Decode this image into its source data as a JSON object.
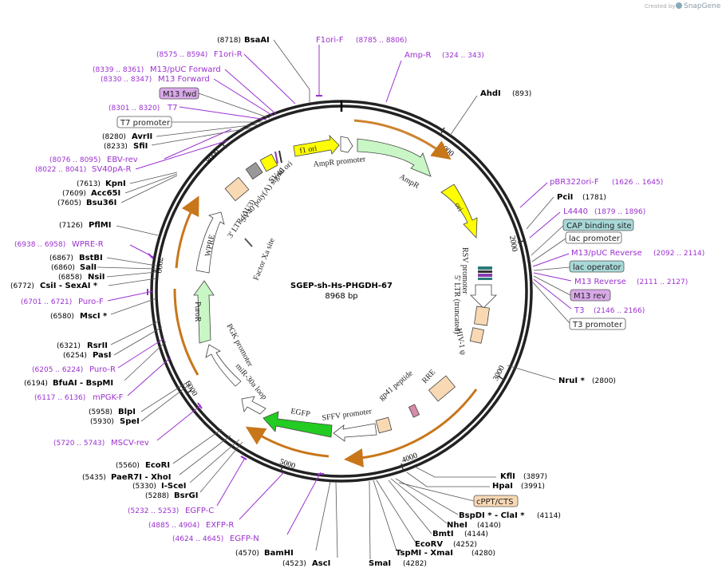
{
  "branding": {
    "created_by": "Created by",
    "app_name": "SnapGene"
  },
  "plasmid": {
    "name": "SGEP-sh-Hs-PHGDH-67",
    "length_label": "8968 bp"
  },
  "ticks": [
    "1000",
    "2000",
    "3000",
    "4000",
    "5000",
    "6000",
    "7000",
    "8000"
  ],
  "features_on_map": [
    {
      "label": "f1 ori",
      "color": "#ffff00"
    },
    {
      "label": "AmpR promoter",
      "color": "#ffffff"
    },
    {
      "label": "AmpR",
      "color": "#c8f7c5"
    },
    {
      "label": "ori",
      "color": "#ffff00"
    },
    {
      "label": "RSV promoter",
      "color": "#ffffff"
    },
    {
      "label": "5' LTR (truncated)",
      "color": "#f9d9b4"
    },
    {
      "label": "HIV-1 ψ",
      "color": "#f9d9b4"
    },
    {
      "label": "RRE",
      "color": "#f9d9b4"
    },
    {
      "label": "gp41 peptide",
      "color": "#d88aa8"
    },
    {
      "label": "SFFV promoter",
      "color": "#ffffff"
    },
    {
      "label": "EGFP",
      "color": "#22cc22"
    },
    {
      "label": "miR-30a loop",
      "color": "#ffffff"
    },
    {
      "label": "PGK promoter",
      "color": "#ffffff"
    },
    {
      "label": "PuroR",
      "color": "#c8f7c5"
    },
    {
      "label": "WPRE",
      "color": "#ffffff"
    },
    {
      "label": "Factor Xa site",
      "color": "#555555"
    },
    {
      "label": "3' LTR (ΔU3)",
      "color": "#f9d9b4"
    },
    {
      "label": "SV40 poly(A) signal",
      "color": "#999999"
    },
    {
      "label": "SV40 ori",
      "color": "#ffff00"
    }
  ],
  "enzymes_right": [
    {
      "name": "AhdI",
      "pos": "(893)"
    },
    {
      "name": "PciI",
      "pos": "(1781)"
    },
    {
      "name": "NruI *",
      "pos": "(2800)"
    },
    {
      "name": "KflI",
      "pos": "(3897)"
    },
    {
      "name": "HpaI",
      "pos": "(3991)"
    }
  ],
  "primers_right": [
    {
      "name": "pBR322ori-F",
      "range": "(1626 .. 1645)"
    },
    {
      "name": "L4440",
      "range": "(1879 .. 1896)"
    },
    {
      "name": "M13/pUC Reverse",
      "range": "(2092 .. 2114)"
    },
    {
      "name": "M13 Reverse",
      "range": "(2111 .. 2127)"
    },
    {
      "name": "T3",
      "range": "(2146 .. 2166)"
    }
  ],
  "boxed_right": [
    {
      "label": "CAP binding site",
      "fill": "#a8d8d8"
    },
    {
      "label": "lac promoter",
      "fill": "#ffffff"
    },
    {
      "label": "lac operator",
      "fill": "#a8d8d8"
    },
    {
      "label": "M13 rev",
      "fill": "#d8a8e8"
    },
    {
      "label": "T3 promoter",
      "fill": "#ffffff"
    }
  ],
  "top_labels": {
    "bsaai": {
      "name": "BsaAI",
      "pos": "(8718)"
    },
    "f1ori_f": {
      "name": "F1ori-F",
      "range": "(8785 .. 8806)"
    },
    "ampr_primer": {
      "name": "Amp-R",
      "range": "(324 .. 343)"
    }
  },
  "left_labels": [
    {
      "kind": "primer",
      "text": "F1ori-R",
      "range": "(8575 .. 8594)"
    },
    {
      "kind": "primer",
      "text": "M13/pUC Forward",
      "range": "(8339 .. 8361)"
    },
    {
      "kind": "primer",
      "text": "M13 Forward",
      "range": "(8330 .. 8347)"
    },
    {
      "kind": "box",
      "text": "M13 fwd"
    },
    {
      "kind": "primer",
      "text": "T7",
      "range": "(8301 .. 8320)"
    },
    {
      "kind": "box",
      "text": "T7 promoter"
    },
    {
      "kind": "enzyme",
      "text": "AvrII",
      "range": "(8280)"
    },
    {
      "kind": "enzyme",
      "text": "SfiI",
      "range": "(8233)"
    },
    {
      "kind": "primer",
      "text": "EBV-rev",
      "range": "(8076 .. 8095)"
    },
    {
      "kind": "primer",
      "text": "SV40pA-R",
      "range": "(8022 .. 8041)"
    },
    {
      "kind": "enzyme",
      "text": "KpnI",
      "range": "(7613)"
    },
    {
      "kind": "enzyme",
      "text": "Acc65I",
      "range": "(7609)"
    },
    {
      "kind": "enzyme",
      "text": "Bsu36I",
      "range": "(7605)"
    },
    {
      "kind": "enzyme",
      "text": "PflMI",
      "range": "(7126)"
    },
    {
      "kind": "primer",
      "text": "WPRE-R",
      "range": "(6938 .. 6958)"
    },
    {
      "kind": "enzyme",
      "text": "BstBI",
      "range": "(6867)"
    },
    {
      "kind": "enzyme",
      "text": "SalI",
      "range": "(6860)"
    },
    {
      "kind": "enzyme",
      "text": "NsiI",
      "range": "(6858)"
    },
    {
      "kind": "enzyme",
      "text": "CsiI - SexAI *",
      "range": "(6772)"
    },
    {
      "kind": "primer",
      "text": "Puro-F",
      "range": "(6701 .. 6721)"
    },
    {
      "kind": "enzyme",
      "text": "MscI *",
      "range": "(6580)"
    },
    {
      "kind": "enzyme",
      "text": "RsrII",
      "range": "(6321)"
    },
    {
      "kind": "enzyme",
      "text": "PasI",
      "range": "(6254)"
    },
    {
      "kind": "primer",
      "text": "Puro-R",
      "range": "(6205 .. 6224)"
    },
    {
      "kind": "enzyme",
      "text": "BfuAI - BspMI",
      "range": "(6194)"
    },
    {
      "kind": "primer",
      "text": "mPGK-F",
      "range": "(6117 .. 6136)"
    },
    {
      "kind": "enzyme",
      "text": "BlpI",
      "range": "(5958)"
    },
    {
      "kind": "enzyme",
      "text": "SpeI",
      "range": "(5930)"
    },
    {
      "kind": "primer",
      "text": "MSCV-rev",
      "range": "(5720 .. 5743)"
    },
    {
      "kind": "enzyme",
      "text": "EcoRI",
      "range": "(5560)"
    },
    {
      "kind": "enzyme",
      "text": "PaeR7I - XhoI",
      "range": "(5435)"
    },
    {
      "kind": "enzyme",
      "text": "I-SceI",
      "range": "(5330)"
    },
    {
      "kind": "enzyme",
      "text": "BsrGI",
      "range": "(5288)"
    },
    {
      "kind": "primer",
      "text": "EGFP-C",
      "range": "(5232 .. 5253)"
    },
    {
      "kind": "primer",
      "text": "EXFP-R",
      "range": "(4885 .. 4904)"
    },
    {
      "kind": "primer",
      "text": "EGFP-N",
      "range": "(4624 .. 4645)"
    }
  ],
  "bottom_labels": [
    {
      "kind": "enzyme",
      "text": "BamHI",
      "range": "(4570)"
    },
    {
      "kind": "enzyme",
      "text": "AscI",
      "range": "(4523)"
    },
    {
      "kind": "enzyme",
      "text": "SmaI",
      "range": "(4282)"
    },
    {
      "kind": "enzyme",
      "text": "TspMI - XmaI",
      "range": "(4280)"
    },
    {
      "kind": "enzyme",
      "text": "EcoRV",
      "range": "(4252)"
    },
    {
      "kind": "enzyme",
      "text": "BmtI",
      "range": "(4144)"
    },
    {
      "kind": "enzyme",
      "text": "NheI",
      "range": "(4140)"
    },
    {
      "kind": "enzyme",
      "text": "BspDI * - ClaI *",
      "range": "(4114)"
    },
    {
      "kind": "box",
      "text": "cPPT/CTS"
    }
  ]
}
